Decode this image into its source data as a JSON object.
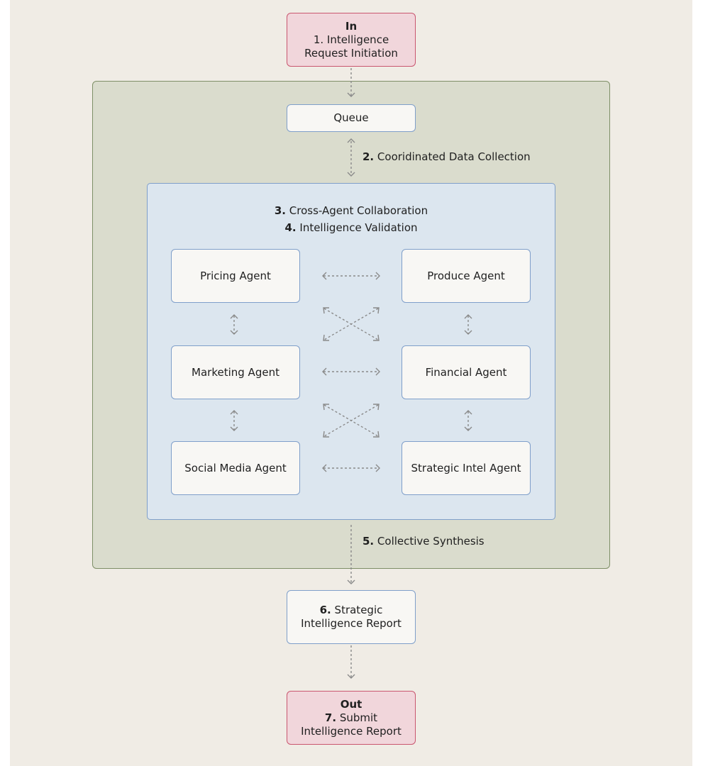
{
  "input": {
    "tag": "In",
    "step": "1. Intelligence",
    "line2": "Request Initiation"
  },
  "queue": {
    "label": "Queue"
  },
  "collection": {
    "num": "2.",
    "text": "Cooridinated Data Collection"
  },
  "collab": {
    "num3": "3.",
    "text3": "Cross-Agent Collaboration",
    "num4": "4.",
    "text4": "Intelligence Validation"
  },
  "agents": {
    "pricing": "Pricing Agent",
    "produce": "Produce Agent",
    "marketing": "Marketing Agent",
    "financial": "Financial Agent",
    "social": "Social Media Agent",
    "strategic": "Strategic Intel Agent"
  },
  "synthesis": {
    "num": "5.",
    "text": "Collective Synthesis"
  },
  "report": {
    "num": "6.",
    "text1": "Strategic",
    "text2": "Intelligence Report"
  },
  "output": {
    "tag": "Out",
    "num": "7.",
    "text1": "Submit",
    "text2": "Intelligence Report"
  }
}
